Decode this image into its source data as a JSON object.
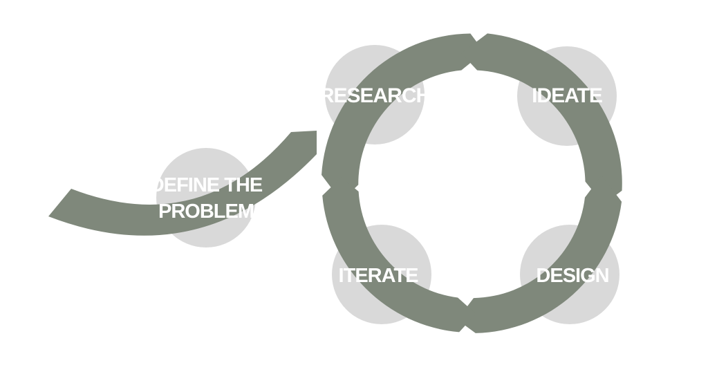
{
  "diagram": {
    "colors": {
      "arrow": "#7f887b",
      "bubble": "#d9d9d9",
      "label": "#ffffff",
      "background": "#ffffff"
    },
    "steps": {
      "define": {
        "line1": "DEFINE THE",
        "line2": "PROBLEM"
      },
      "research": {
        "label": "RESEARCH"
      },
      "ideate": {
        "label": "IDEATE"
      },
      "design": {
        "label": "DESIGN"
      },
      "iterate": {
        "label": "ITERATE"
      }
    }
  }
}
